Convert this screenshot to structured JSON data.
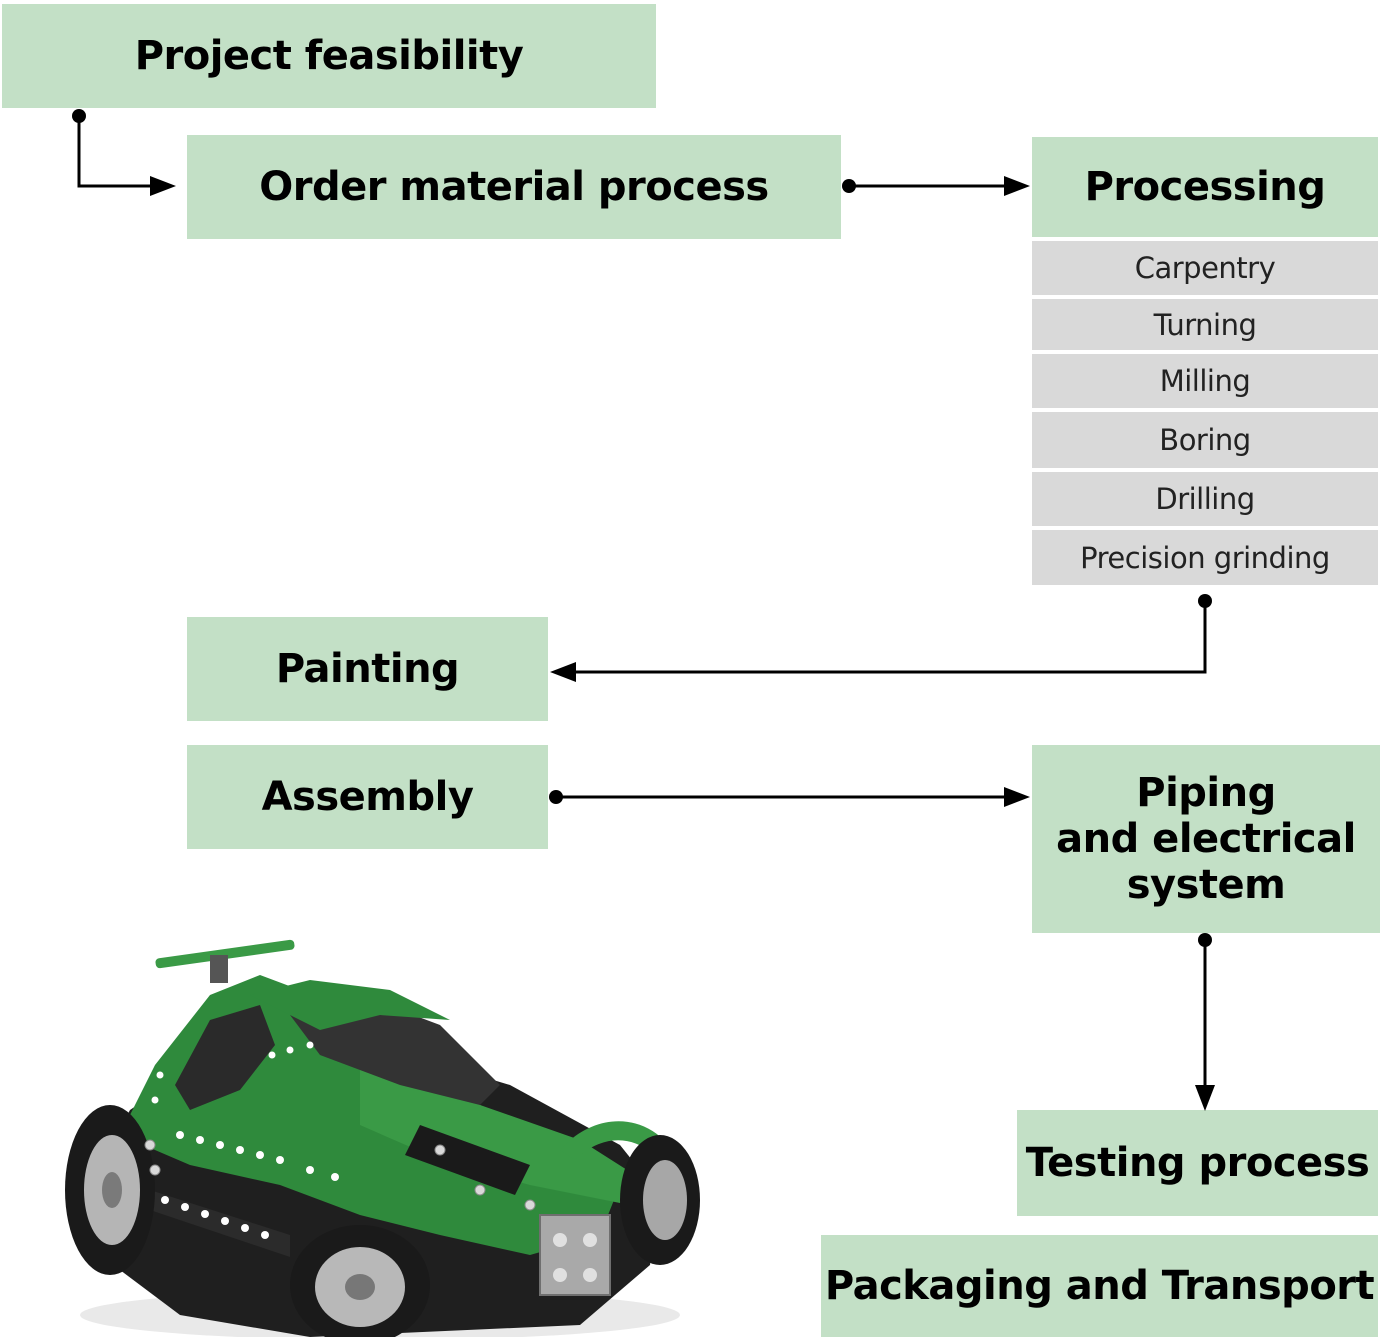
{
  "steps": {
    "project_feasibility": "Project feasibility",
    "order_material": "Order material process",
    "processing": "Processing",
    "painting": "Painting",
    "assembly": "Assembly",
    "piping_line1": "Piping",
    "piping_line2": "and electrical",
    "piping_line3": "system",
    "testing": "Testing process",
    "packaging": "Packaging and Transport"
  },
  "processing_items": [
    "Carpentry",
    "Turning",
    "Milling",
    "Boring",
    "Drilling",
    "Precision grinding"
  ],
  "colors": {
    "step_fill": "#c3e0c6",
    "sub_fill": "#d9d9d9",
    "connector": "#000000",
    "car_green": "#2f8a3c",
    "car_dark": "#1c1c1c"
  },
  "illustration": "toy-construction-car"
}
